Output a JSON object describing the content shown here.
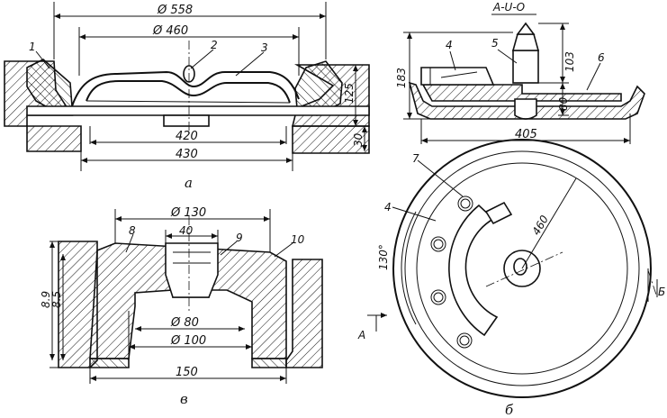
{
  "view_a": {
    "caption": "а",
    "dims": {
      "d558": "Ø 558",
      "d460": "Ø 460",
      "w420": "420",
      "w430": "430",
      "h125": "125",
      "h30": "30"
    },
    "callouts": {
      "c1": "1",
      "c2": "2",
      "c3": "3"
    }
  },
  "view_aa": {
    "section_label": "А-U-О",
    "dims": {
      "h183": "183",
      "h103": "103",
      "h80": "80",
      "w405": "405"
    },
    "callouts": {
      "c4": "4",
      "c5": "5",
      "c6": "6"
    }
  },
  "view_b": {
    "caption": "б",
    "dims": {
      "d460": "460",
      "angle": "130°"
    },
    "callouts": {
      "c4": "4",
      "c7": "7"
    },
    "markers": {
      "a": "А",
      "b": "Б"
    }
  },
  "view_v": {
    "caption": "в",
    "dims": {
      "d130": "Ø 130",
      "w40": "40",
      "d80": "Ø 80",
      "d100": "Ø 100",
      "w150": "150",
      "h89": "8.9",
      "h85": "8.5"
    },
    "callouts": {
      "c8": "8",
      "c9": "9",
      "c10": "10"
    }
  }
}
